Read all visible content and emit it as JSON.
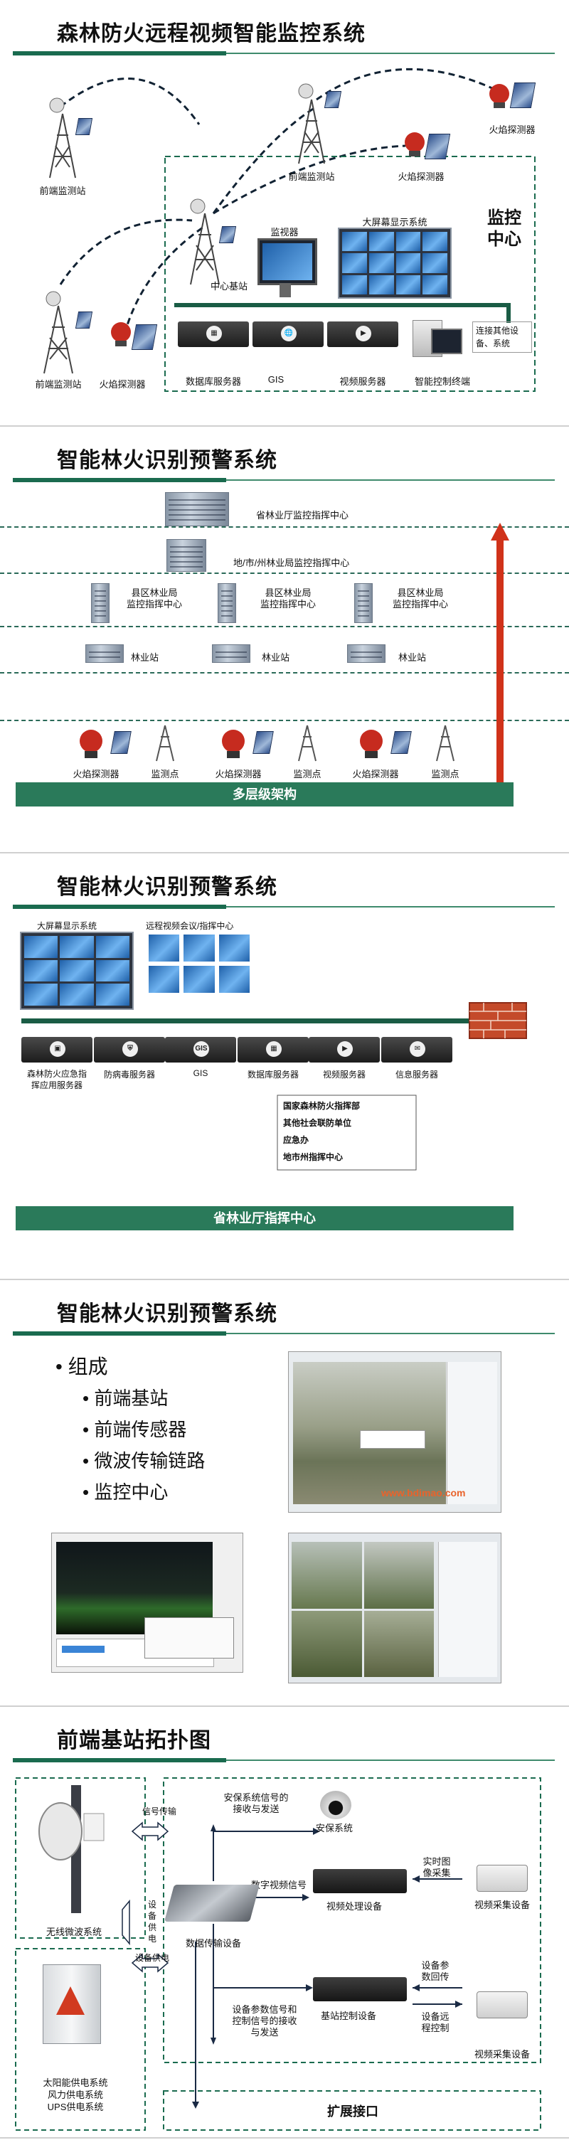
{
  "slide1": {
    "title": "森林防火远程视频智能监控系统",
    "front_station_a": "前端监测站",
    "front_station_b": "前端监测站",
    "front_station_c": "前端监测站",
    "flame_detector_a": "火焰探测器",
    "flame_detector_b": "火焰探测器",
    "flame_detector_c": "火焰探测器",
    "center_base": "中心基站",
    "monitor": "监视器",
    "big_screen": "大屏幕显示系统",
    "monitor_center": "监控\n中心",
    "db_server": "数据库服务器",
    "gis": "GIS",
    "video_server": "视频服务器",
    "smart_terminal": "智能控制终端",
    "connect_other": "连接其他设\n备、系统"
  },
  "slide2": {
    "title": "智能林火识别预警系统",
    "provincial": "省林业厅监控指挥中心",
    "city": "地/市/州林业局监控指挥中心",
    "county_a": "县区林业局\n监控指挥中心",
    "county_b": "县区林业局\n监控指挥中心",
    "county_c": "县区林业局\n监控指挥中心",
    "forestry_a": "林业站",
    "forestry_b": "林业站",
    "forestry_c": "林业站",
    "bottom_labels": [
      "火焰探测器",
      "监测点",
      "火焰探测器",
      "监测点",
      "火焰探测器",
      "监测点"
    ],
    "banner": "多层级架构"
  },
  "slide3": {
    "title": "智能林火识别预警系统",
    "big_screen": "大屏幕显示系统",
    "video_conf": "远程视频会议/指挥中心",
    "servers": [
      "森林防火应急指\n挥应用服务器",
      "防病毒服务器",
      "GIS",
      "数据库服务器",
      "视频服务器",
      "信息服务器"
    ],
    "links": [
      "国家森林防火指挥部",
      "其他社会联防单位",
      "应急办",
      "地市州指挥中心"
    ],
    "banner": "省林业厅指挥中心"
  },
  "slide4": {
    "title": "智能林火识别预警系统",
    "bullet_main": "组成",
    "bullets": [
      "前端基站",
      "前端传感器",
      "微波传输链路",
      "监控中心"
    ],
    "watermark": "www.bdimao.com"
  },
  "slide5": {
    "title": "前端基站拓扑图",
    "security_signal": "安保系统信号的\n接收与发送",
    "security_system": "安保系统",
    "signal_transfer": "信号传输",
    "realtime": "实时图\n像采集",
    "digital_video": "数字视频信号",
    "video_processing": "视频处理设备",
    "video_capture_a": "视频采集设备",
    "wireless": "无线微波系统",
    "equip_power": "设\n备\n供\n电",
    "data_transfer": "数据传输设备",
    "equip_power_2": "设备供电",
    "param_return": "设备参\n数回传",
    "remote_ctrl": "设备远\n程控制",
    "param_signal": "设备参数信号和\n控制信号的接收\n与发送",
    "base_control": "基站控制设备",
    "video_capture_b": "视频采集设备",
    "power_systems": "太阳能供电系统\n风力供电系统\nUPS供电系统",
    "ext_interface": "扩展接口"
  },
  "colors": {
    "accent_green": "#1a6b4f",
    "banner_green": "#2a7a5a",
    "arrow_red": "#d0321a"
  }
}
